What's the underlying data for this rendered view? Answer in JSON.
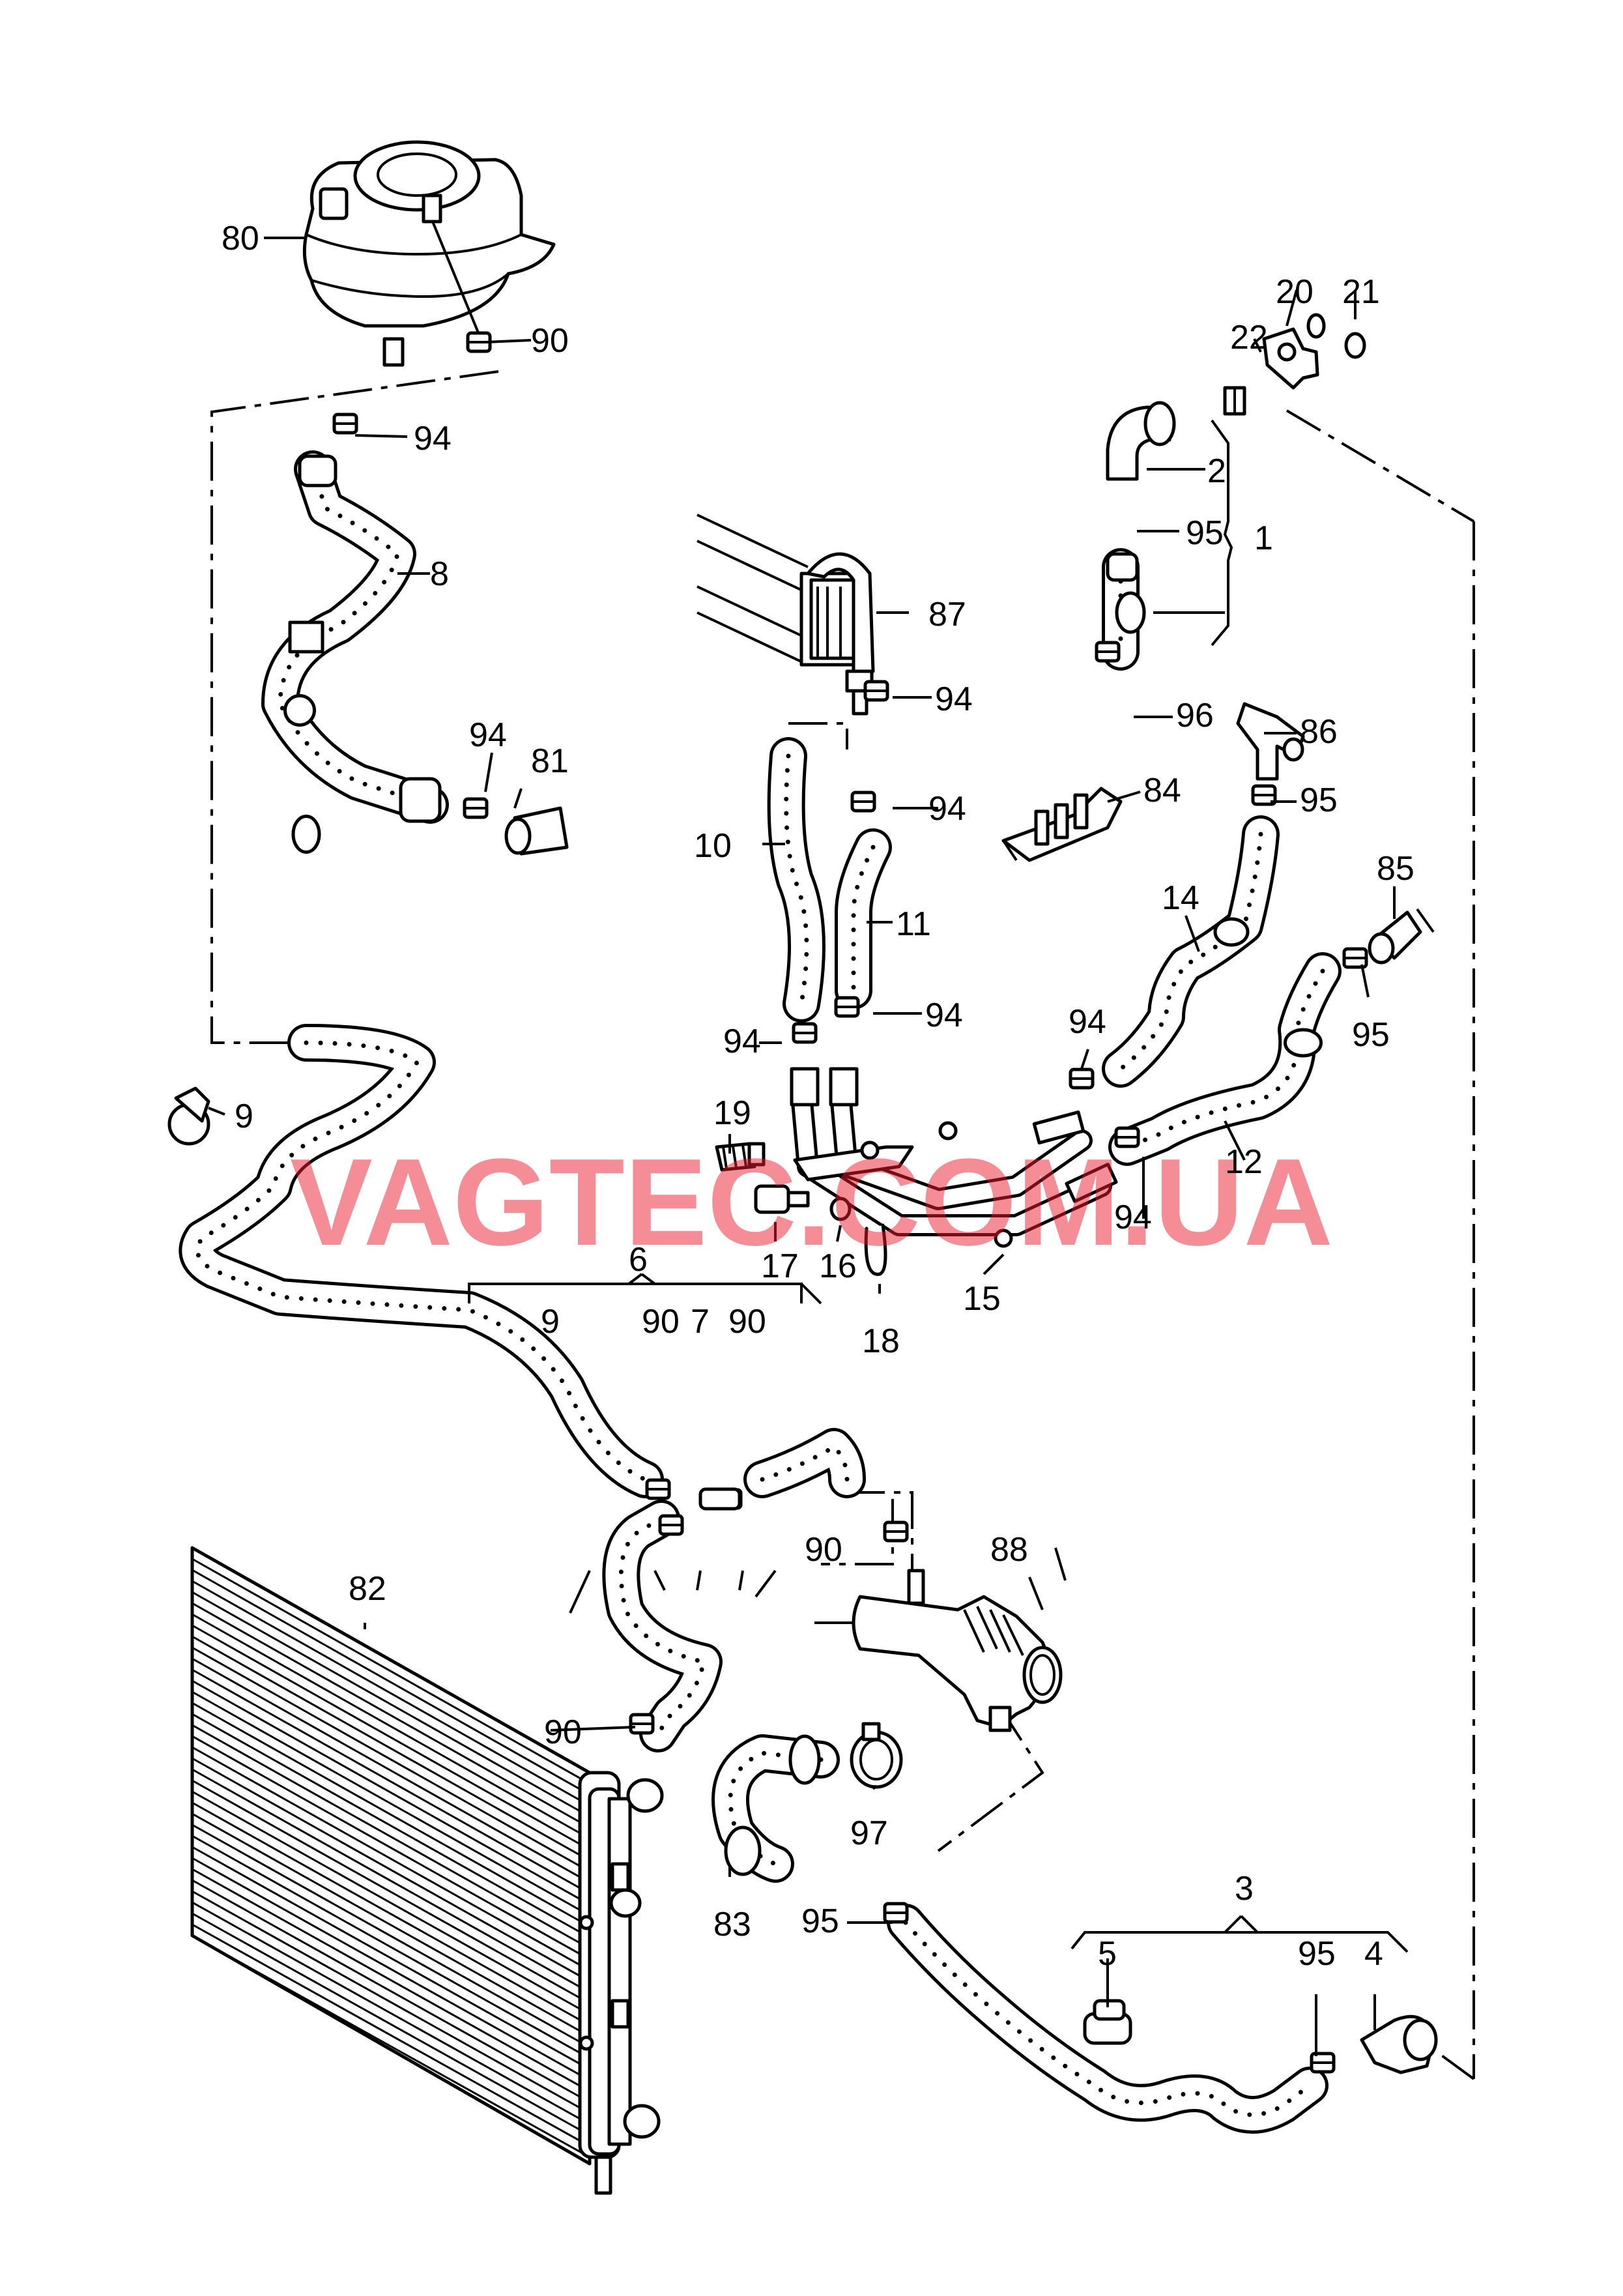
{
  "watermark": "VAGTEC.COM.UA",
  "callouts": [
    {
      "id": "c80",
      "label": "80"
    },
    {
      "id": "c90a",
      "label": "90"
    },
    {
      "id": "c94a",
      "label": "94"
    },
    {
      "id": "c8",
      "label": "8"
    },
    {
      "id": "c94b",
      "label": "94"
    },
    {
      "id": "c81",
      "label": "81"
    },
    {
      "id": "c9a",
      "label": "9"
    },
    {
      "id": "c6",
      "label": "6"
    },
    {
      "id": "c9b",
      "label": "9"
    },
    {
      "id": "c90b",
      "label": "90"
    },
    {
      "id": "c7",
      "label": "7"
    },
    {
      "id": "c90c",
      "label": "90"
    },
    {
      "id": "c82",
      "label": "82"
    },
    {
      "id": "c90d",
      "label": "90"
    },
    {
      "id": "c87",
      "label": "87"
    },
    {
      "id": "c94c",
      "label": "94"
    },
    {
      "id": "c10",
      "label": "10"
    },
    {
      "id": "c94d",
      "label": "94"
    },
    {
      "id": "c11",
      "label": "11"
    },
    {
      "id": "c94e",
      "label": "94"
    },
    {
      "id": "c94f",
      "label": "94"
    },
    {
      "id": "c19",
      "label": "19"
    },
    {
      "id": "c17",
      "label": "17"
    },
    {
      "id": "c16",
      "label": "16"
    },
    {
      "id": "c18",
      "label": "18"
    },
    {
      "id": "c15",
      "label": "15"
    },
    {
      "id": "c20",
      "label": "20"
    },
    {
      "id": "c21",
      "label": "21"
    },
    {
      "id": "c22",
      "label": "22"
    },
    {
      "id": "c2",
      "label": "2"
    },
    {
      "id": "c95a",
      "label": "95"
    },
    {
      "id": "c1",
      "label": "1"
    },
    {
      "id": "c96",
      "label": "96"
    },
    {
      "id": "c84",
      "label": "84"
    },
    {
      "id": "c86",
      "label": "86"
    },
    {
      "id": "c95b",
      "label": "95"
    },
    {
      "id": "c14",
      "label": "14"
    },
    {
      "id": "c85",
      "label": "85"
    },
    {
      "id": "c94g",
      "label": "94"
    },
    {
      "id": "c95c",
      "label": "95"
    },
    {
      "id": "c12",
      "label": "12"
    },
    {
      "id": "c94h",
      "label": "94"
    },
    {
      "id": "c90e",
      "label": "90"
    },
    {
      "id": "c88",
      "label": "88"
    },
    {
      "id": "c97",
      "label": "97"
    },
    {
      "id": "c83",
      "label": "83"
    },
    {
      "id": "c95d",
      "label": "95"
    },
    {
      "id": "c3",
      "label": "3"
    },
    {
      "id": "c5",
      "label": "5"
    },
    {
      "id": "c95e",
      "label": "95"
    },
    {
      "id": "c4",
      "label": "4"
    }
  ]
}
